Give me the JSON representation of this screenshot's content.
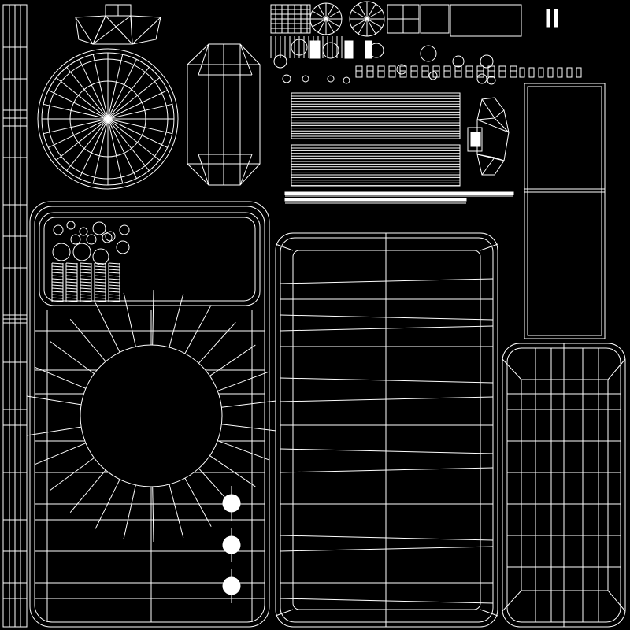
{
  "diagram": {
    "kind": "uv-wireframe-layout",
    "background_color": "#000000",
    "line_color": "#ffffff",
    "islands": [
      "left-strip",
      "top-cup",
      "round-disc",
      "tall-capsule",
      "mini-parts-atlas",
      "ribbed-block",
      "small-bevel-piece",
      "right-tall-panel",
      "front-panel",
      "middle-panel",
      "right-bottom-panel"
    ]
  }
}
